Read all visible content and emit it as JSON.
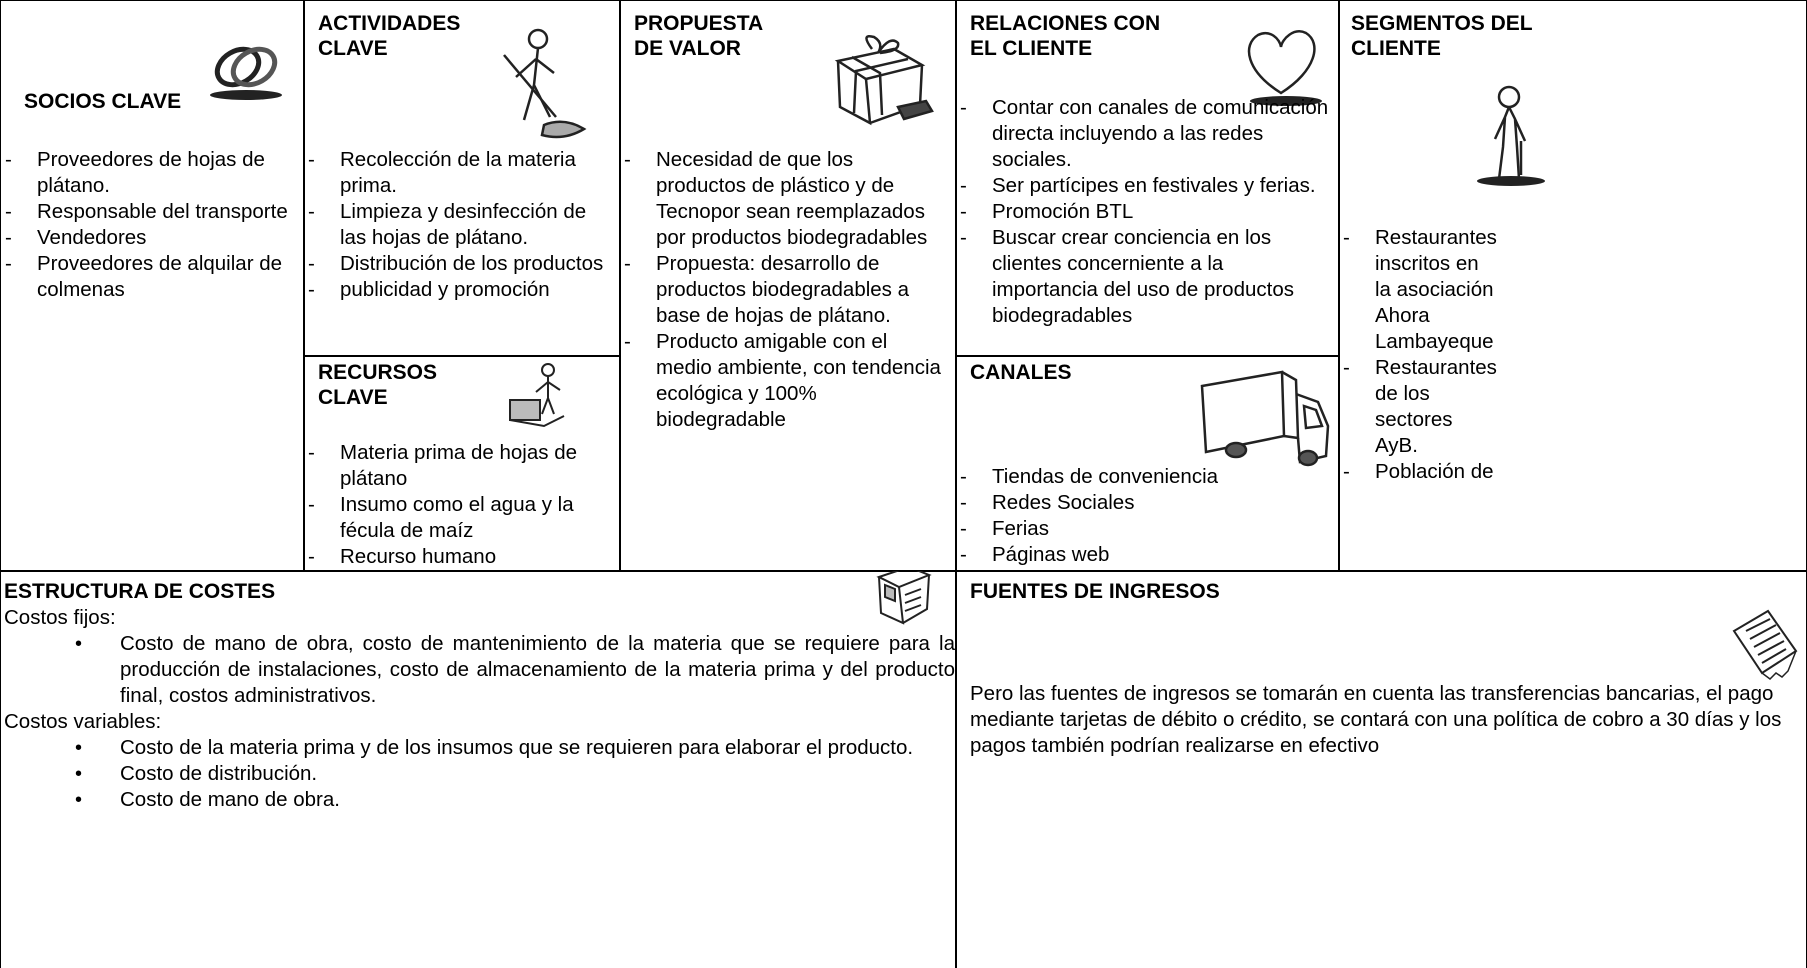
{
  "socios": {
    "title": "SOCIOS CLAVE",
    "items": [
      "Proveedores de hojas de plátano.",
      "Responsable del transporte",
      "Vendedores",
      "Proveedores de alquilar de colmenas"
    ],
    "icon": "rings-icon"
  },
  "actividades": {
    "title": "ACTIVIDADES\nCLAVE",
    "items": [
      "Recolección de la materia prima.",
      "Limpieza y desinfección de las hojas de plátano.",
      "Distribución de los productos",
      "publicidad y promoción"
    ],
    "icon": "digging-person-icon"
  },
  "recursos": {
    "title": "RECURSOS\nCLAVE",
    "items": [
      "Materia prima de hojas de plátano",
      "Insumo como el agua y la fécula de maíz",
      "Recurso humano"
    ],
    "icon": "person-with-machine-icon"
  },
  "propuesta": {
    "title": "PROPUESTA\nDE VALOR",
    "items": [
      "Necesidad de que los productos de plástico y de Tecnopor sean reemplazados por productos biodegradables",
      "Propuesta: desarrollo de productos biodegradables a base de hojas de plátano.",
      "Producto amigable con el medio ambiente, con tendencia ecológica y 100% biodegradable"
    ],
    "icon": "gift-box-icon"
  },
  "relaciones": {
    "title": "RELACIONES CON\nEL CLIENTE",
    "items": [
      "Contar con canales de comunicación directa incluyendo a las redes sociales.",
      "Ser partícipes en festivales y ferias.",
      "Promoción BTL",
      "Buscar crear conciencia en los clientes concerniente a la importancia del uso de productos biodegradables"
    ],
    "icon": "heart-icon"
  },
  "canales": {
    "title": "CANALES",
    "items": [
      "Tiendas de conveniencia",
      "Redes Sociales",
      "Ferias",
      "Páginas web"
    ],
    "icon": "truck-icon"
  },
  "segmentos": {
    "title": "SEGMENTOS DEL\nCLIENTE",
    "items": [
      "Restaurantes inscritos en la asociación Ahora Lambayeque",
      "Restaurantes de los sectores AyB.",
      "Población de"
    ],
    "icon": "standing-person-icon"
  },
  "costes": {
    "title": "ESTRUCTURA DE COSTES",
    "fixed_label": "Costos fijos:",
    "fixed_items": [
      "Costo de mano de obra, costo de mantenimiento de la materia que se requiere para la producción de instalaciones, costo de almacenamiento de la materia prima y del producto final, costos administrativos."
    ],
    "variable_label": "Costos variables:",
    "variable_items": [
      "Costo de la materia prima y de los insumos que se requieren para elaborar el producto.",
      "Costo de distribución.",
      "Costo de mano de obra."
    ],
    "icon": "cash-register-icon"
  },
  "ingresos": {
    "title": "FUENTES DE INGRESOS",
    "text": "Pero las fuentes de ingresos se tomarán en cuenta las transferencias bancarias, el pago mediante tarjetas de débito o crédito, se contará con una política de cobro a 30 días y los pagos también podrían realizarse en efectivo",
    "icon": "receipt-icon"
  }
}
